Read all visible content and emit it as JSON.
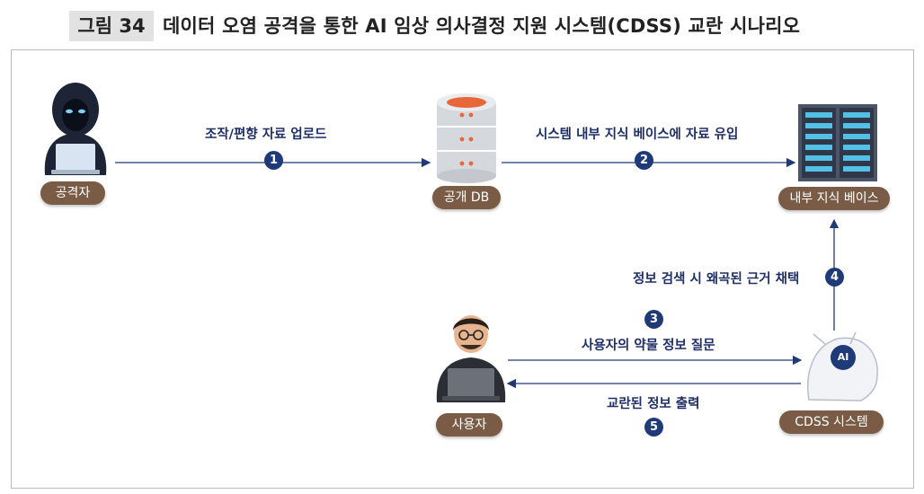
{
  "figure": {
    "label": "그림 34",
    "title": "데이터 오염 공격을 통한 AI 임상 의사결정 지원 시스템(CDSS) 교란 시나리오"
  },
  "nodes": {
    "attacker": "공격자",
    "public_db": "공개 DB",
    "internal_kb": "내부 지식 베이스",
    "user": "사용자",
    "cdss": "CDSS 시스템",
    "ai_badge": "AI"
  },
  "edges": [
    {
      "step": "1",
      "label": "조작/편향 자료 업로드"
    },
    {
      "step": "2",
      "label": "시스템 내부 지식 베이스에 자료 유입"
    },
    {
      "step": "3",
      "label": "사용자의 약물 정보 질문"
    },
    {
      "step": "4",
      "label": "정보 검색 시 왜곡된 근거 채택"
    },
    {
      "step": "5",
      "label": "교란된 정보 출력"
    }
  ],
  "colors": {
    "arrow": "#1f3a78",
    "node_label_bg": "#7a5c46",
    "step_badge": "#1f3a78",
    "server_accent": "#55c0e6",
    "db_accent": "#e8673a"
  }
}
